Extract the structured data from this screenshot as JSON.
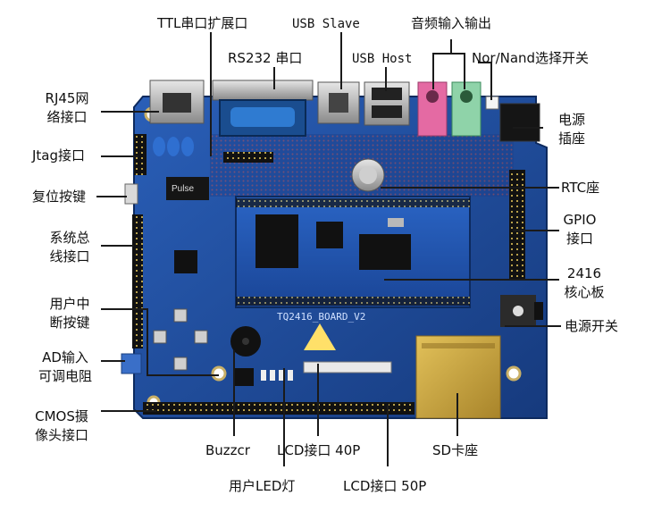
{
  "labels": {
    "ttl_port": "TTL串口扩展口",
    "usb_slave": "USB Slave",
    "audio": "音频输入输出",
    "rs232": "RS232 串口",
    "usb_host": "USB Host",
    "nor_nand": "Nor/Nand选择开关",
    "rj45_line1": "RJ45网",
    "rj45_line2": "络接口",
    "jtag": "Jtag接口",
    "reset": "复位按键",
    "bus_line1": "系统总",
    "bus_line2": "线接口",
    "user_int_line1": "用户中",
    "user_int_line2": "断按键",
    "ad_line1": "AD输入",
    "ad_line2": "可调电阻",
    "cmos_line1": "CMOS摄",
    "cmos_line2": "像头接口",
    "power_jack_line1": "电源",
    "power_jack_line2": "插座",
    "rtc": "RTC座",
    "gpio_line1": "GPIO",
    "gpio_line2": "接口",
    "core_line1": "2416",
    "core_line2": "核心板",
    "power_switch": "电源开关",
    "buzzer": "Buzzcr",
    "lcd40": "LCD接口 40P",
    "sd": "SD卡座",
    "user_led": "用户LED灯",
    "lcd50": "LCD接口 50P"
  },
  "board_text": {
    "silkscreen": "TQ2416_BOARD_V2",
    "pulse_chip": "Pulse"
  },
  "colors": {
    "pcb_blue": "#1f4fa3",
    "pcb_dark": "#163a7d",
    "leader_line": "#1a1a1a",
    "sd_gold": "#c9a43b",
    "audio_pink": "#e46aa3",
    "audio_green": "#8fd3a9"
  }
}
